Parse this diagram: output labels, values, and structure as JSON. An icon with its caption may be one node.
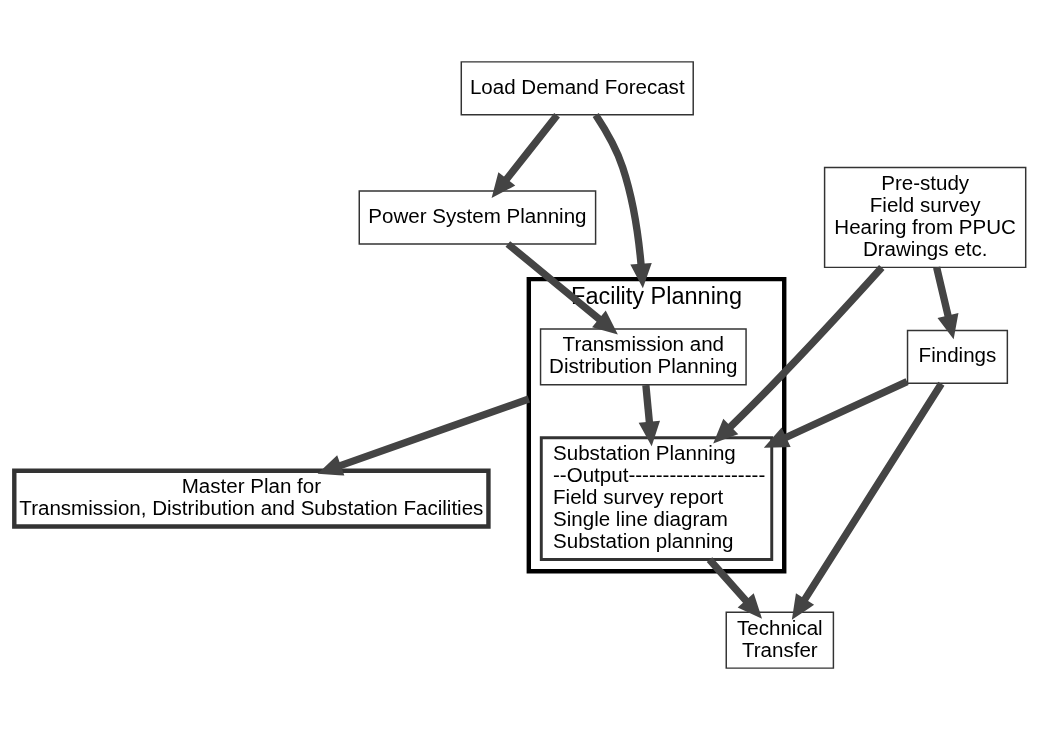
{
  "diagram": {
    "nodes": [
      {
        "text": [
          "Load Demand Forecast"
        ]
      },
      {
        "text": [
          "Power System Planning"
        ]
      },
      {
        "text": [
          "Pre-study",
          "Field survey",
          "Hearing from PPUC",
          "Drawings etc."
        ]
      },
      {
        "text": [
          "Facility Planning"
        ]
      },
      {
        "text": [
          "Transmission and Distribution Planning"
        ],
        "in": 3
      },
      {
        "text": [
          "Substation Planning",
          "--Output--------------------",
          "Field survey report",
          "Single line diagram",
          "Substation planning"
        ],
        "in": 3
      },
      {
        "text": [
          "Findings"
        ]
      },
      {
        "text": [
          "Technical Transfer"
        ]
      },
      {
        "text": [
          "Master Plan for Transmission, Distribution and Substation Facilities"
        ]
      }
    ],
    "edges": [
      {
        "from": 0,
        "to": 1,
        "arrow": "to"
      },
      {
        "from": 0,
        "to": 3,
        "arrow": "to"
      },
      {
        "from": 1,
        "to": 4,
        "arrow": "to"
      },
      {
        "from": 4,
        "to": 5,
        "arrow": "to"
      },
      {
        "from": 2,
        "to": 5,
        "arrow": "to"
      },
      {
        "from": 2,
        "to": 6,
        "arrow": "to"
      },
      {
        "from": 6,
        "to": 5,
        "arrow": "to"
      },
      {
        "from": 6,
        "to": 7,
        "arrow": "to"
      },
      {
        "from": 5,
        "to": 7,
        "arrow": "to"
      },
      {
        "from": 3,
        "to": 8,
        "arrow": "to"
      }
    ]
  }
}
